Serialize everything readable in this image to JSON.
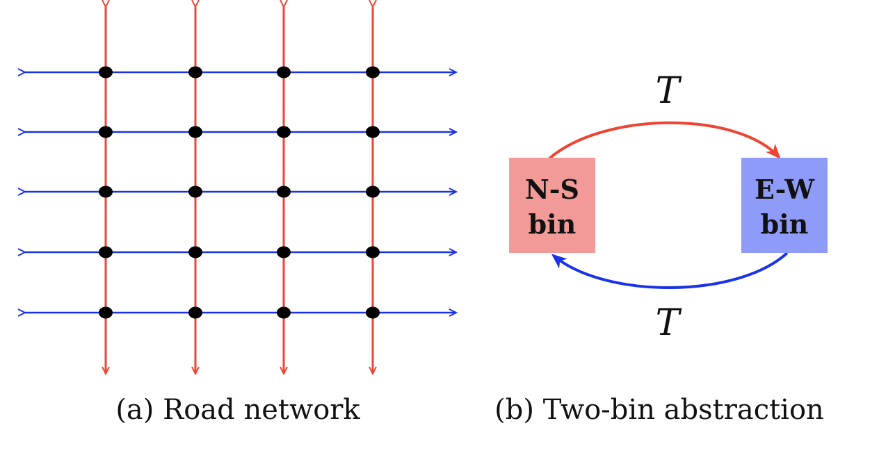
{
  "panel_a": {
    "caption": "(a) Road network",
    "colors": {
      "north_south_roads": "#ee4433",
      "east_west_roads": "#1a33e6",
      "intersections": "#000000"
    },
    "north_south_road_count": 4,
    "east_west_road_count": 5
  },
  "panel_b": {
    "caption": "(b) Two-bin abstraction",
    "bins": [
      {
        "line1": "N-S",
        "line2": "bin",
        "color": "#f29a97"
      },
      {
        "line1": "E-W",
        "line2": "bin",
        "color": "#8f9bf8"
      }
    ],
    "edges": [
      {
        "label": "T",
        "from": "N-S bin",
        "to": "E-W bin",
        "color": "#ee4433"
      },
      {
        "label": "T",
        "from": "E-W bin",
        "to": "N-S bin",
        "color": "#1a33e6"
      }
    ]
  }
}
